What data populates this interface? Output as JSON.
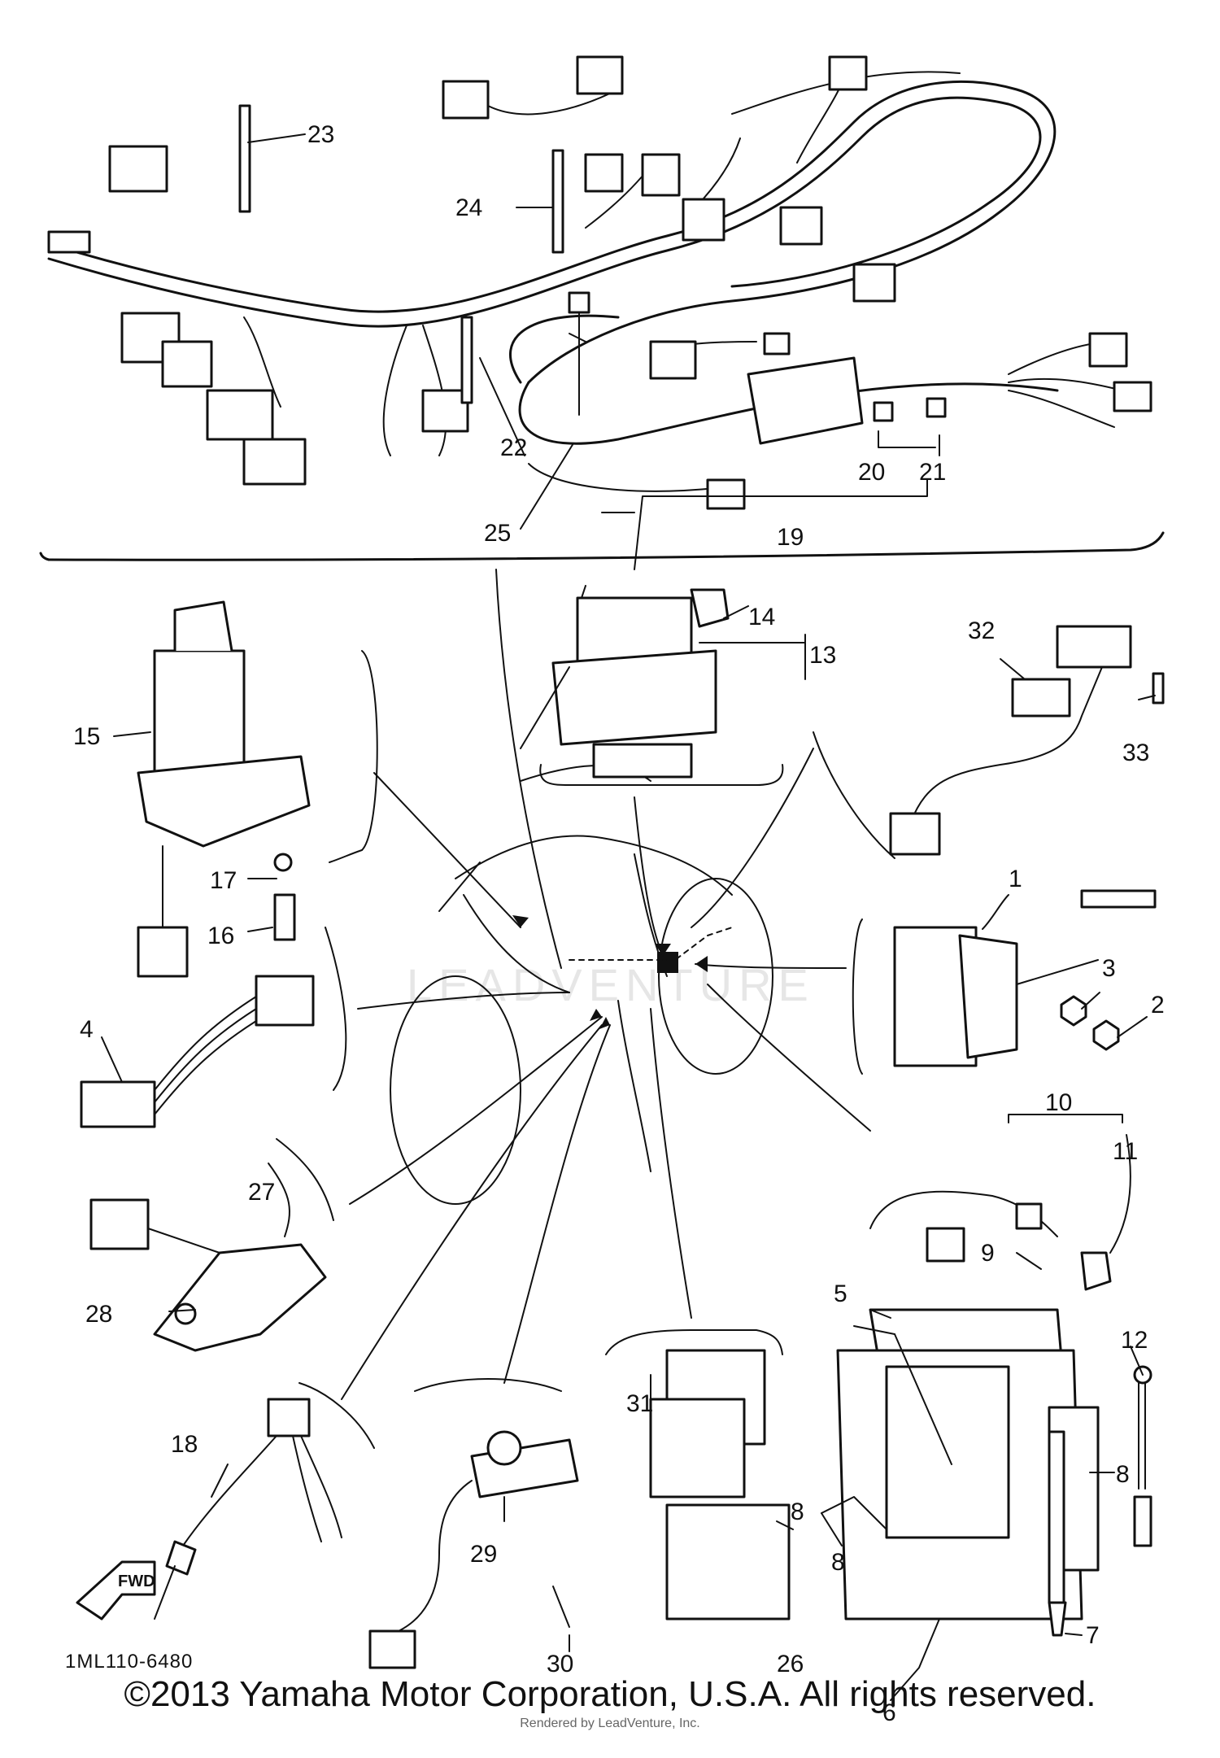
{
  "callouts": [
    "1",
    "2",
    "3",
    "4",
    "5",
    "6",
    "7",
    "8",
    "8",
    "8",
    "9",
    "10",
    "11",
    "12",
    "13",
    "14",
    "15",
    "16",
    "17",
    "18",
    "19",
    "20",
    "21",
    "22",
    "23",
    "24",
    "25",
    "26",
    "27",
    "28",
    "29",
    "30",
    "31",
    "32",
    "33"
  ],
  "fwd_label": "FWD",
  "drawing_number": "1ML110-6480",
  "watermark": "LEADVENTURE",
  "copyright": "©2013 Yamaha Motor Corporation, U.S.A. All rights reserved.",
  "rendered_by": "Rendered by LeadVenture, Inc."
}
